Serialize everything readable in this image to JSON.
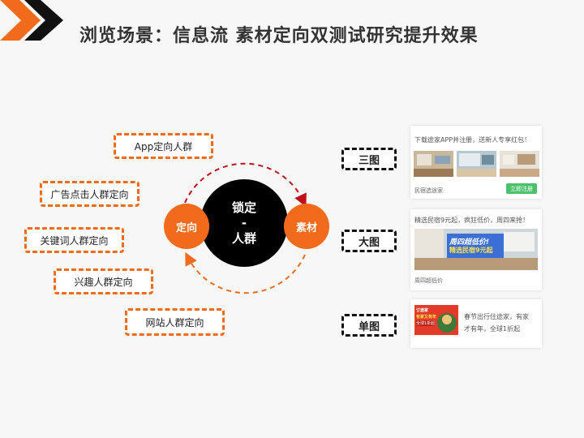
{
  "title": "浏览场景：信息流 素材定向双测试研究提升效果",
  "audience_tags": [
    "App定向人群",
    "广告点击人群定向",
    "关键词人群定向",
    "兴趣人群定向",
    "网站人群定向"
  ],
  "center": {
    "line1": "锁定",
    "line2": "-",
    "line3": "人群"
  },
  "left_node": "定向",
  "right_node": "素材",
  "formats": [
    "三图",
    "大图",
    "单图"
  ],
  "card_three": {
    "headline": "下载途家APP并注册，送新人专享红包！",
    "source": "民宿选途家",
    "button": "立即注册"
  },
  "card_big": {
    "headline": "精选民宿9元起，疯狂低价，周四来抢！",
    "banner_line1": "周四超低价!",
    "banner_line2": "精选民宿9元起",
    "source": "周四超低价"
  },
  "card_single": {
    "thumb_line1": "订途家",
    "thumb_line2": "有家又有年",
    "thumb_line3": "全球1折起",
    "text_line1": "春节出行住途家，有家",
    "text_line2": "才有年，全球1折起"
  },
  "colors": {
    "accent": "#f26b1d",
    "center": "#000000",
    "button": "#4cc16c"
  }
}
